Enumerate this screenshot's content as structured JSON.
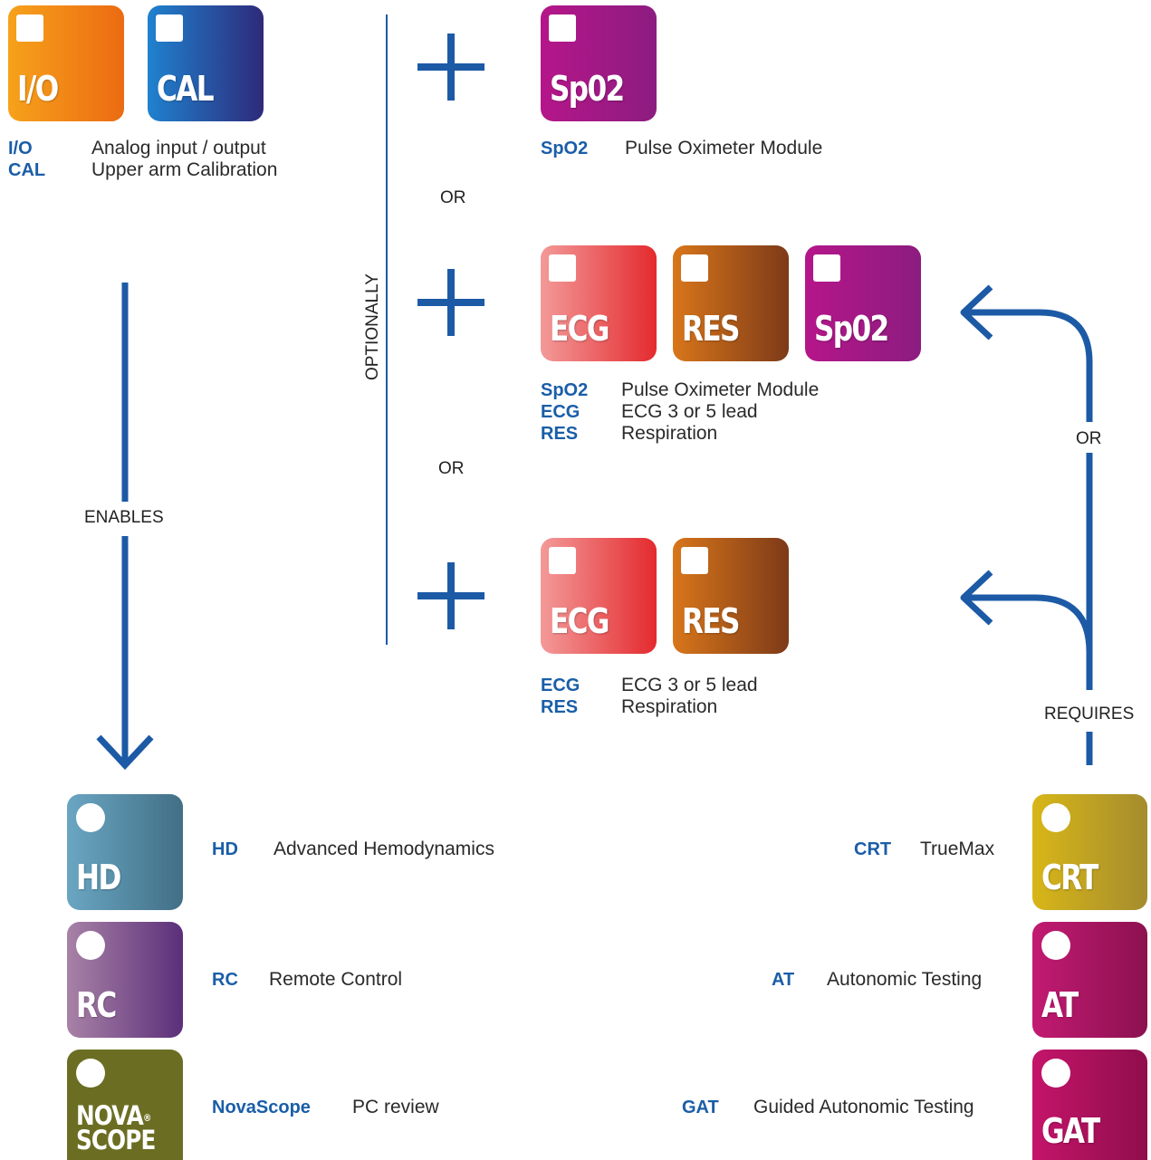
{
  "colors": {
    "accent_blue": "#1c5aa6",
    "code_blue": "#1a5ea8",
    "io": [
      "#f6a21b",
      "#ec6b12"
    ],
    "cal": [
      "#1f82cf",
      "#2e2a7a"
    ],
    "spo2": [
      "#b5168a",
      "#8c1c80"
    ],
    "ecg": [
      "#f39a99",
      "#e42a2e"
    ],
    "res": [
      "#d8761a",
      "#7d3a18"
    ],
    "hd": [
      "#6aa6c2",
      "#416f86"
    ],
    "rc": [
      "#a882a6",
      "#5b2f7a"
    ],
    "novascope": "#6b6e22",
    "crt": [
      "#d8b618",
      "#a48c2e"
    ],
    "at": [
      "#c21a72",
      "#8c1150"
    ],
    "gat": [
      "#c4146a",
      "#900e4c"
    ]
  },
  "tiles": {
    "io": {
      "label": "I/O",
      "marker": "square"
    },
    "cal": {
      "label": "CAL",
      "marker": "square"
    },
    "spo2_top": {
      "label": "Sp02",
      "marker": "square"
    },
    "ecg_mid": {
      "label": "ECG",
      "marker": "square"
    },
    "res_mid": {
      "label": "RES",
      "marker": "square"
    },
    "spo2_mid": {
      "label": "Sp02",
      "marker": "square"
    },
    "ecg_bot": {
      "label": "ECG",
      "marker": "square"
    },
    "res_bot": {
      "label": "RES",
      "marker": "square"
    },
    "hd": {
      "label": "HD",
      "marker": "circle"
    },
    "rc": {
      "label": "RC",
      "marker": "circle"
    },
    "novascope": {
      "label_line1": "NOVA",
      "label_sup": "®",
      "label_line2": "SCOPE",
      "marker": "circle"
    },
    "crt": {
      "label": "CRT",
      "marker": "circle"
    },
    "at": {
      "label": "AT",
      "marker": "circle"
    },
    "gat": {
      "label": "GAT",
      "marker": "circle"
    }
  },
  "legends": {
    "base": [
      {
        "code": "I/O",
        "desc": "Analog input / output"
      },
      {
        "code": "CAL",
        "desc": "Upper arm Calibration"
      }
    ],
    "option1": [
      {
        "code": "SpO2",
        "desc": "Pulse Oximeter Module"
      }
    ],
    "option2": [
      {
        "code": "SpO2",
        "desc": "Pulse Oximeter Module"
      },
      {
        "code": "ECG",
        "desc": "ECG 3 or 5 lead"
      },
      {
        "code": "RES",
        "desc": "Respiration"
      }
    ],
    "option3": [
      {
        "code": "ECG",
        "desc": "ECG 3 or 5 lead"
      },
      {
        "code": "RES",
        "desc": "Respiration"
      }
    ],
    "enabled": [
      {
        "code": "HD",
        "desc": "Advanced Hemodynamics"
      },
      {
        "code": "RC",
        "desc": "Remote Control"
      },
      {
        "code": "NovaScope",
        "desc": "PC review"
      }
    ],
    "required": [
      {
        "code": "CRT",
        "desc": "TrueMax"
      },
      {
        "code": "AT",
        "desc": "Autonomic Testing"
      },
      {
        "code": "GAT",
        "desc": "Guided Autonomic Testing"
      }
    ]
  },
  "flow_labels": {
    "optionally": "OPTIONALLY",
    "or_1": "OR",
    "or_2": "OR",
    "or_right": "OR",
    "enables": "ENABLES",
    "requires": "REQUIRES"
  },
  "icons": {
    "plus": "plus-icon",
    "arrow_down": "arrow-down-icon",
    "arrow_left": "arrow-left-icon"
  }
}
